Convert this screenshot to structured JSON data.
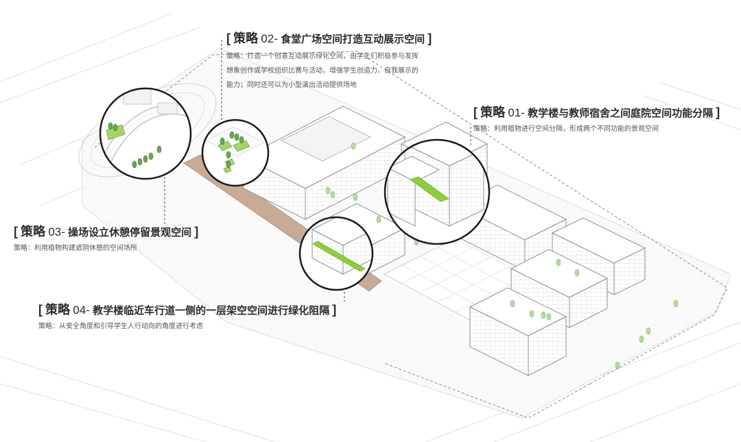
{
  "annotations": [
    {
      "id": "s02",
      "bracket_open": "[",
      "keyword": "策略",
      "number": "02-",
      "title": "食堂广场空间打造互动展示空间",
      "bracket_close": "]",
      "body_lines": [
        "策略：打造一个创意互动展示绿化空间，由学生们积极参与发挥",
        "想象创作或学校组织比赛与活动，增强学生创造力、自我展示的",
        "能力；同时还可以为小型演出活动提供场地"
      ]
    },
    {
      "id": "s01",
      "bracket_open": "[",
      "keyword": "策略",
      "number": "01-",
      "title": "教学楼与教师宿舍之间庭院空间功能分隔",
      "bracket_close": "]",
      "body_lines": [
        "策略：利用植物进行空间分隔，形成两个不同功能的景观空间"
      ]
    },
    {
      "id": "s03",
      "bracket_open": "[",
      "keyword": "策略",
      "number": "03-",
      "title": "操场设立休憩停留景观空间",
      "bracket_close": "]",
      "body_lines": [
        "策略：利用植物构建遮阴休憩的空间场所"
      ]
    },
    {
      "id": "s04",
      "bracket_open": "[",
      "keyword": "策略",
      "number": "04-",
      "title": "教学楼临近车行道一侧的一层架空空间进行绿化阻隔",
      "bracket_close": "]",
      "body_lines": [
        "策略：从安全角度和引导学生人行动向的角度进行考虑"
      ]
    }
  ],
  "colors": {
    "ink": "#2b2b2b",
    "body_text": "#555555",
    "building_line": "#9a9a9a",
    "building_fill": "#ffffff",
    "ground_line": "#e1e1e1",
    "plaza_strip": "#c7ab95",
    "green_highlight": "#8ccf3a",
    "tree": "#a6cf8c",
    "tree_dark": "#4f8f3a",
    "magnifier_ring": "#1a1a1a",
    "leader": "#444444"
  },
  "icons": [
    "tree-icon",
    "magnifier-circle"
  ]
}
